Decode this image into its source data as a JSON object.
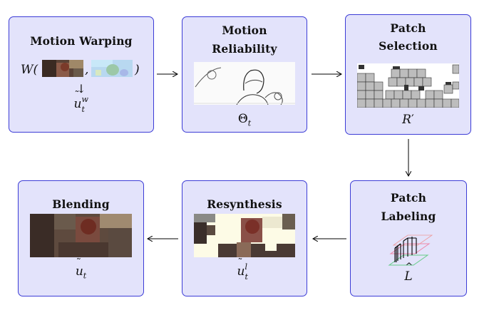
{
  "boxes": {
    "motion_warping": {
      "title": "Motion Warping",
      "formula_fn": "W(",
      "formula_comma": ",",
      "formula_close": ")",
      "down_arrow": "↓",
      "output_base": "u",
      "output_sub": "t",
      "output_sup": "w"
    },
    "motion_reliability": {
      "title_line1": "Motion",
      "title_line2": "Reliability",
      "output_base": "Θ",
      "output_sub": "t"
    },
    "patch_selection": {
      "title_line1": "Patch",
      "title_line2": "Selection",
      "output_base": "R",
      "output_prime": "′"
    },
    "patch_labeling": {
      "title_line1": "Patch",
      "title_line2": "Labeling",
      "output_base": "L"
    },
    "resynthesis": {
      "title": "Resynthesis",
      "output_base": "u",
      "output_sub": "t",
      "output_sup": "l"
    },
    "blending": {
      "title": "Blending",
      "output_base": "u",
      "output_sub": "t"
    }
  },
  "colors": {
    "box_fill": "#e3e3fb",
    "box_border": "#3c3cd6",
    "arrow": "#000000"
  }
}
